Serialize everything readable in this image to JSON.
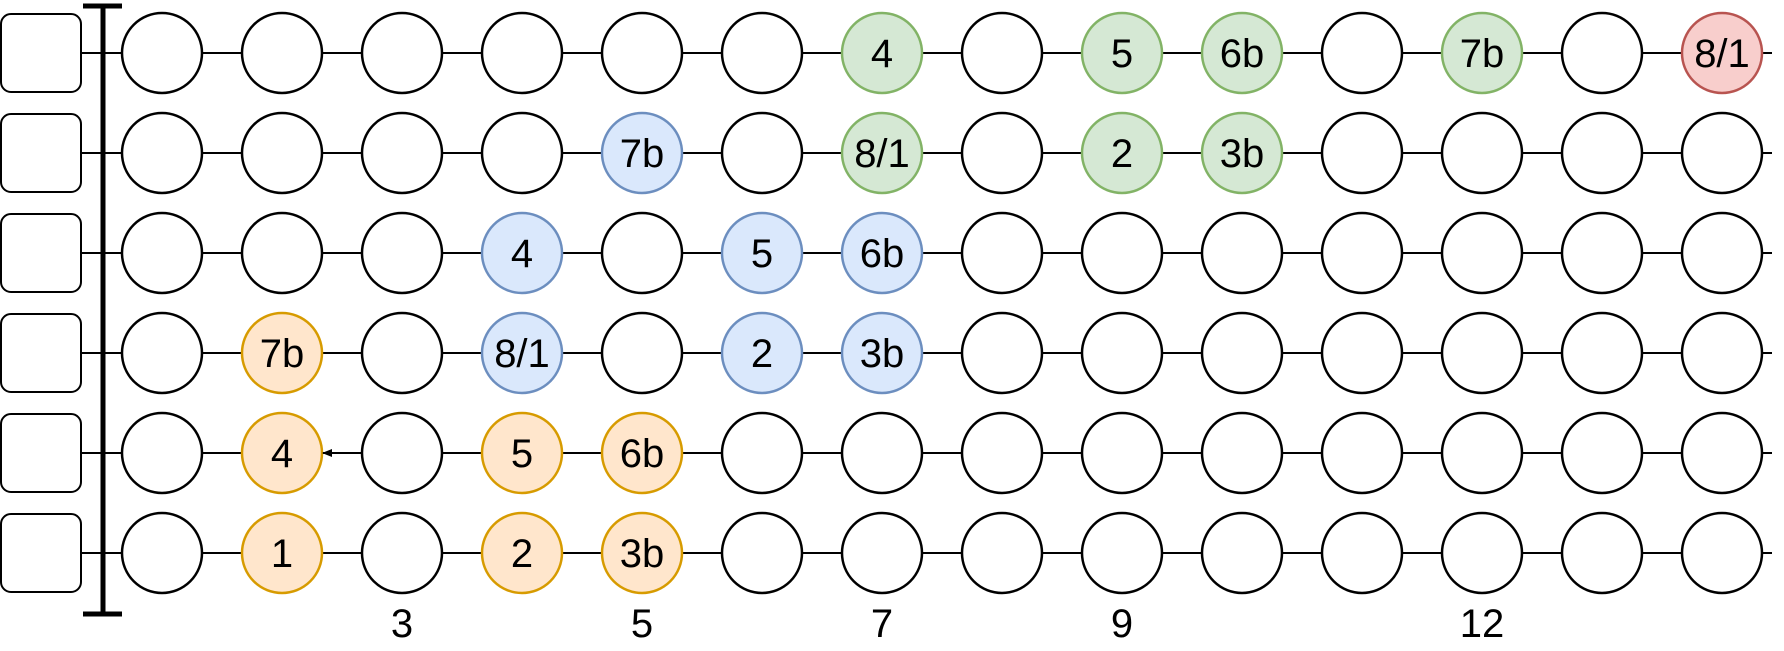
{
  "fretboard": {
    "num_frets": 14,
    "strings": [
      {
        "notes": [
          {
            "fret": 7,
            "label": "4",
            "color": "green"
          },
          {
            "fret": 9,
            "label": "5",
            "color": "green"
          },
          {
            "fret": 10,
            "label": "6b",
            "color": "green"
          },
          {
            "fret": 12,
            "label": "7b",
            "color": "green"
          },
          {
            "fret": 14,
            "label": "8/1",
            "color": "red"
          }
        ]
      },
      {
        "notes": [
          {
            "fret": 5,
            "label": "7b",
            "color": "blue"
          },
          {
            "fret": 7,
            "label": "8/1",
            "color": "green"
          },
          {
            "fret": 9,
            "label": "2",
            "color": "green"
          },
          {
            "fret": 10,
            "label": "3b",
            "color": "green"
          }
        ]
      },
      {
        "notes": [
          {
            "fret": 4,
            "label": "4",
            "color": "blue"
          },
          {
            "fret": 6,
            "label": "5",
            "color": "blue"
          },
          {
            "fret": 7,
            "label": "6b",
            "color": "blue"
          }
        ]
      },
      {
        "notes": [
          {
            "fret": 2,
            "label": "7b",
            "color": "orange"
          },
          {
            "fret": 4,
            "label": "8/1",
            "color": "blue"
          },
          {
            "fret": 6,
            "label": "2",
            "color": "blue"
          },
          {
            "fret": 7,
            "label": "3b",
            "color": "blue"
          }
        ]
      },
      {
        "notes": [
          {
            "fret": 2,
            "label": "4",
            "color": "orange"
          },
          {
            "fret": 4,
            "label": "5",
            "color": "orange"
          },
          {
            "fret": 5,
            "label": "6b",
            "color": "orange"
          }
        ]
      },
      {
        "notes": [
          {
            "fret": 2,
            "label": "1",
            "color": "orange"
          },
          {
            "fret": 4,
            "label": "2",
            "color": "orange"
          },
          {
            "fret": 5,
            "label": "3b",
            "color": "orange"
          }
        ]
      }
    ],
    "fret_markers": [
      {
        "fret": 3,
        "label": "3"
      },
      {
        "fret": 5,
        "label": "5"
      },
      {
        "fret": 7,
        "label": "7"
      },
      {
        "fret": 9,
        "label": "9"
      },
      {
        "fret": 12,
        "label": "12"
      }
    ],
    "slide_arrow": {
      "string": 5,
      "from_fret": 3,
      "to_fret": 2
    }
  },
  "colors": {
    "green": {
      "fill": "#d5e8d4",
      "stroke": "#82b366"
    },
    "blue": {
      "fill": "#dae8fc",
      "stroke": "#6c8ebf"
    },
    "orange": {
      "fill": "#ffe6cc",
      "stroke": "#d79b00"
    },
    "red": {
      "fill": "#f8cecc",
      "stroke": "#b85450"
    },
    "empty": {
      "fill": "#ffffff",
      "stroke": "#000000"
    }
  }
}
